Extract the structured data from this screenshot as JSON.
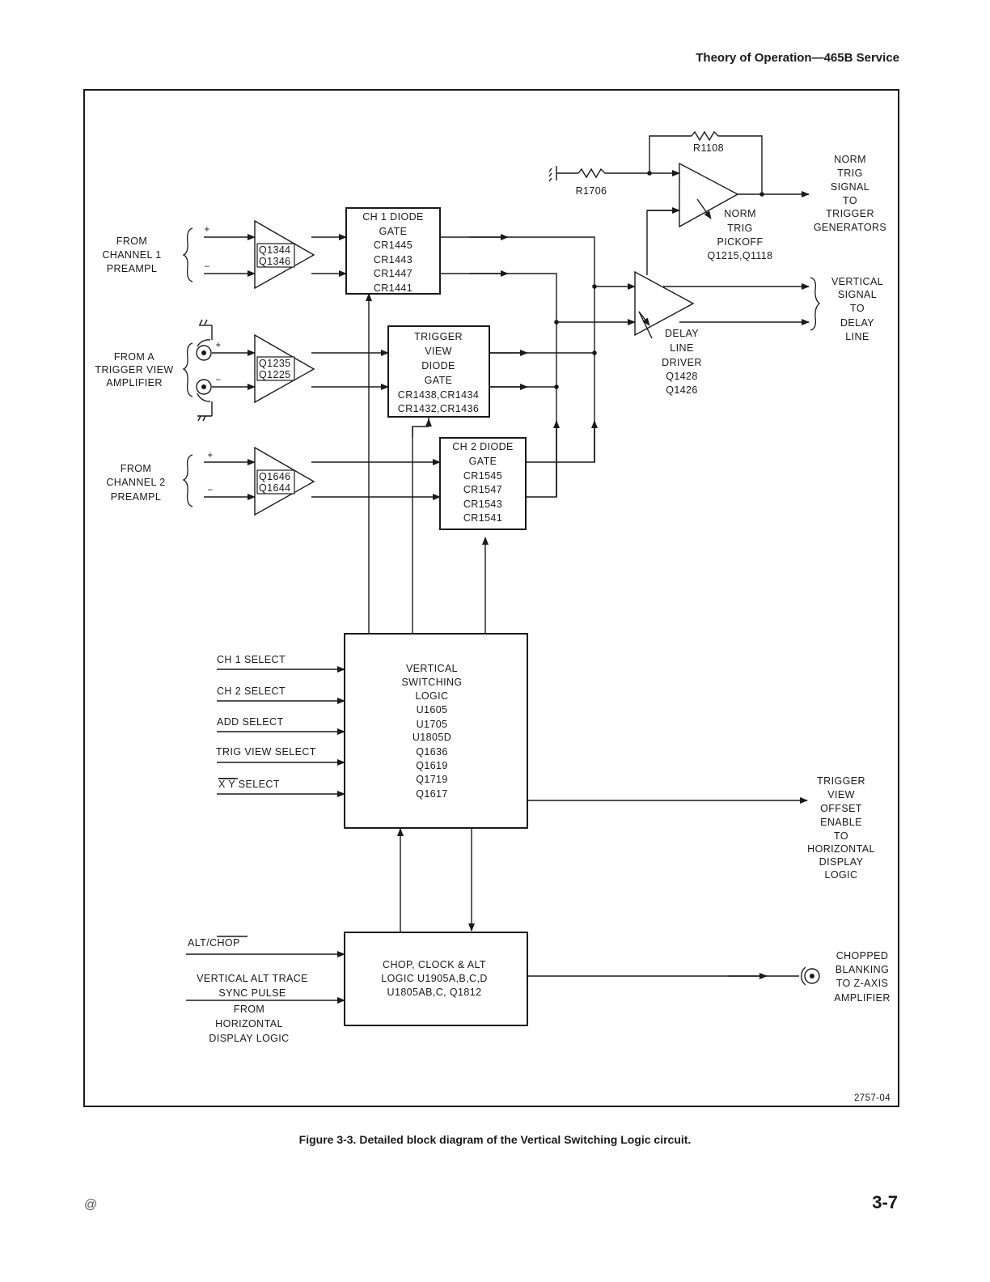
{
  "header": {
    "running_head": "Theory of Operation—465B Service"
  },
  "figure": {
    "number": "2757-04",
    "caption": "Figure 3-3. Detailed block diagram of the Vertical Switching Logic circuit."
  },
  "footer": {
    "mark": "@",
    "page": "3-7"
  },
  "blocks": {
    "ch1_gate": [
      "CH 1 DIODE",
      "GATE",
      "CR1445",
      "CR1443",
      "CR1447",
      "CR1441"
    ],
    "trig_gate": [
      "TRIGGER",
      "VIEW",
      "DIODE",
      "GATE",
      "CR1438,CR1434",
      "CR1432,CR1436"
    ],
    "ch2_gate": [
      "CH 2 DIODE",
      "GATE",
      "CR1545",
      "CR1547",
      "CR1543",
      "CR1541"
    ],
    "vsl": [
      "VERTICAL",
      "SWITCHING",
      "LOGIC",
      "U1605",
      "U1705",
      "U1805D",
      "Q1636",
      "Q1619",
      "Q1719",
      "Q1617"
    ],
    "chop": [
      "CHOP, CLOCK & ALT",
      "LOGIC U1905A,B,C,D",
      "U1805AB,C, Q1812"
    ]
  },
  "amplifiers": {
    "q1344": [
      "Q1344",
      "Q1346"
    ],
    "q1235": [
      "Q1235",
      "Q1225"
    ],
    "q1646": [
      "Q1646",
      "Q1644"
    ],
    "delay_line_driver": [
      "DELAY",
      "LINE",
      "DRIVER",
      "Q1428",
      "Q1426"
    ],
    "norm_trig_pickoff": [
      "NORM",
      "TRIG",
      "PICKOFF",
      "Q1215,Q1118"
    ]
  },
  "resistors": {
    "r1108": "R1108",
    "r1706": "R1706"
  },
  "inputs": {
    "channel1": [
      "FROM",
      "CHANNEL 1",
      "PREAMPL"
    ],
    "trigger_view": [
      "FROM A",
      "TRIGGER VIEW",
      "AMPLIFIER"
    ],
    "channel2": [
      "FROM",
      "CHANNEL 2",
      "PREAMPL"
    ],
    "plus": "+",
    "minus": "−",
    "ch1_select": "CH 1 SELECT",
    "ch2_select": "CH 2 SELECT",
    "add_select": "ADD SELECT",
    "trig_view_select": "TRIG VIEW SELECT",
    "xy_select": [
      "X Y",
      "SELECT"
    ],
    "alt_chop": [
      "ALT/",
      "CHOP"
    ],
    "vertical_alt_trace": [
      "VERTICAL ALT TRACE",
      "SYNC PULSE",
      "FROM",
      "HORIZONTAL",
      "DISPLAY LOGIC"
    ]
  },
  "outputs": {
    "norm_trig_signal": [
      "NORM",
      "TRIG",
      "SIGNAL",
      "TO",
      "TRIGGER",
      "GENERATORS"
    ],
    "vertical_signal": [
      "VERTICAL",
      "SIGNAL",
      "TO",
      "DELAY",
      "LINE"
    ],
    "trigger_view_offset": [
      "TRIGGER",
      "VIEW",
      "OFFSET",
      "ENABLE",
      "TO",
      "HORIZONTAL",
      "DISPLAY",
      "LOGIC"
    ],
    "chopped_blanking": [
      "CHOPPED",
      "BLANKING",
      "TO Z-AXIS",
      "AMPLIFIER"
    ]
  }
}
